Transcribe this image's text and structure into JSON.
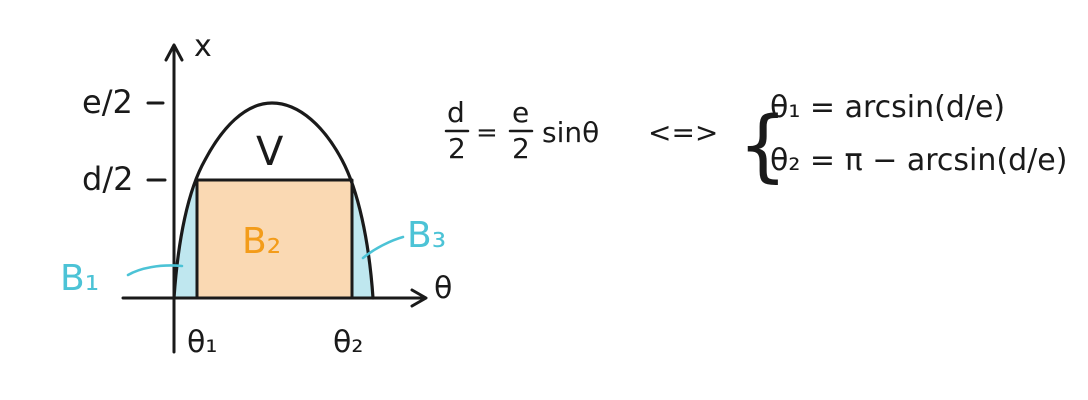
{
  "figure": {
    "axes": {
      "x_axis_label": "θ",
      "y_axis_label": "x",
      "y_tick_top": "e/2",
      "y_tick_mid": "d/2",
      "x_tick_1": "θ₁",
      "x_tick_2": "θ₂"
    },
    "regions": {
      "v_label": "V",
      "b1_label": "B₁",
      "b2_label": "B₂",
      "b3_label": "B₃"
    },
    "colors": {
      "ink": "#1a1a1a",
      "cyan_fill": "#bfe7ef",
      "cyan_text": "#4cc3d6",
      "orange_fill": "#fad9b3",
      "orange_text": "#f39c1a"
    }
  },
  "equations": {
    "lhs": {
      "d_num": "d",
      "d_den": "2",
      "eq": "=",
      "e_num": "e",
      "e_den": "2",
      "sin_term": "sinθ"
    },
    "iff": "<=>",
    "brace": "{",
    "theta1_line": "θ₁ = arcsin(d/e)",
    "theta2_line": "θ₂ = π − arcsin(d/e)"
  }
}
